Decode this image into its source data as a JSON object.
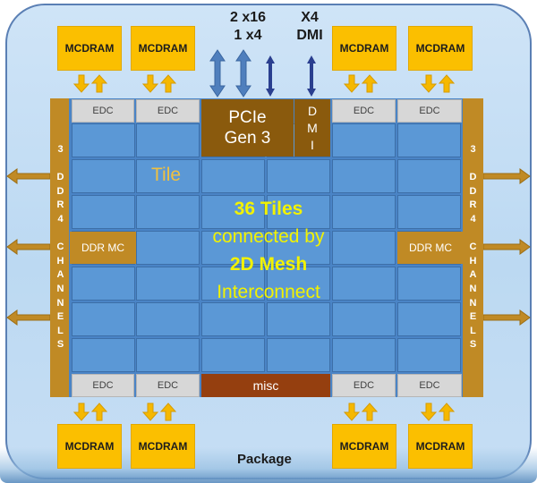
{
  "package_label": "Package",
  "mcdram_label": "MCDRAM",
  "edc_label": "EDC",
  "pcie": {
    "line1": "PCIe",
    "line2": "Gen 3"
  },
  "dmi_box": [
    "D",
    "M",
    "I"
  ],
  "top_pcie": {
    "line1": "2 x16",
    "line2": "1 x4"
  },
  "top_dmi": {
    "line1": "X4",
    "line2": "DMI"
  },
  "misc_label": "misc",
  "ddr_mc_label": "DDR MC",
  "tile_label": "Tile",
  "center": {
    "line1": "36 Tiles",
    "line2": "connected by",
    "line3": "2D Mesh",
    "line4": "Interconnect"
  },
  "channels_label": [
    "3",
    "",
    "D",
    "D",
    "R",
    "4",
    "",
    "C",
    "H",
    "A",
    "N",
    "N",
    "E",
    "L",
    "S"
  ],
  "colors": {
    "mcdram": "#fbbf00",
    "tile": "#5b98d6",
    "frame": "#c08a25",
    "pcie": "#8a5a0d",
    "misc": "#953f0f",
    "edc": "#d7d7d7",
    "package": "#c6def4",
    "center_text": "#f2f200",
    "tile_text": "#f0c040"
  }
}
